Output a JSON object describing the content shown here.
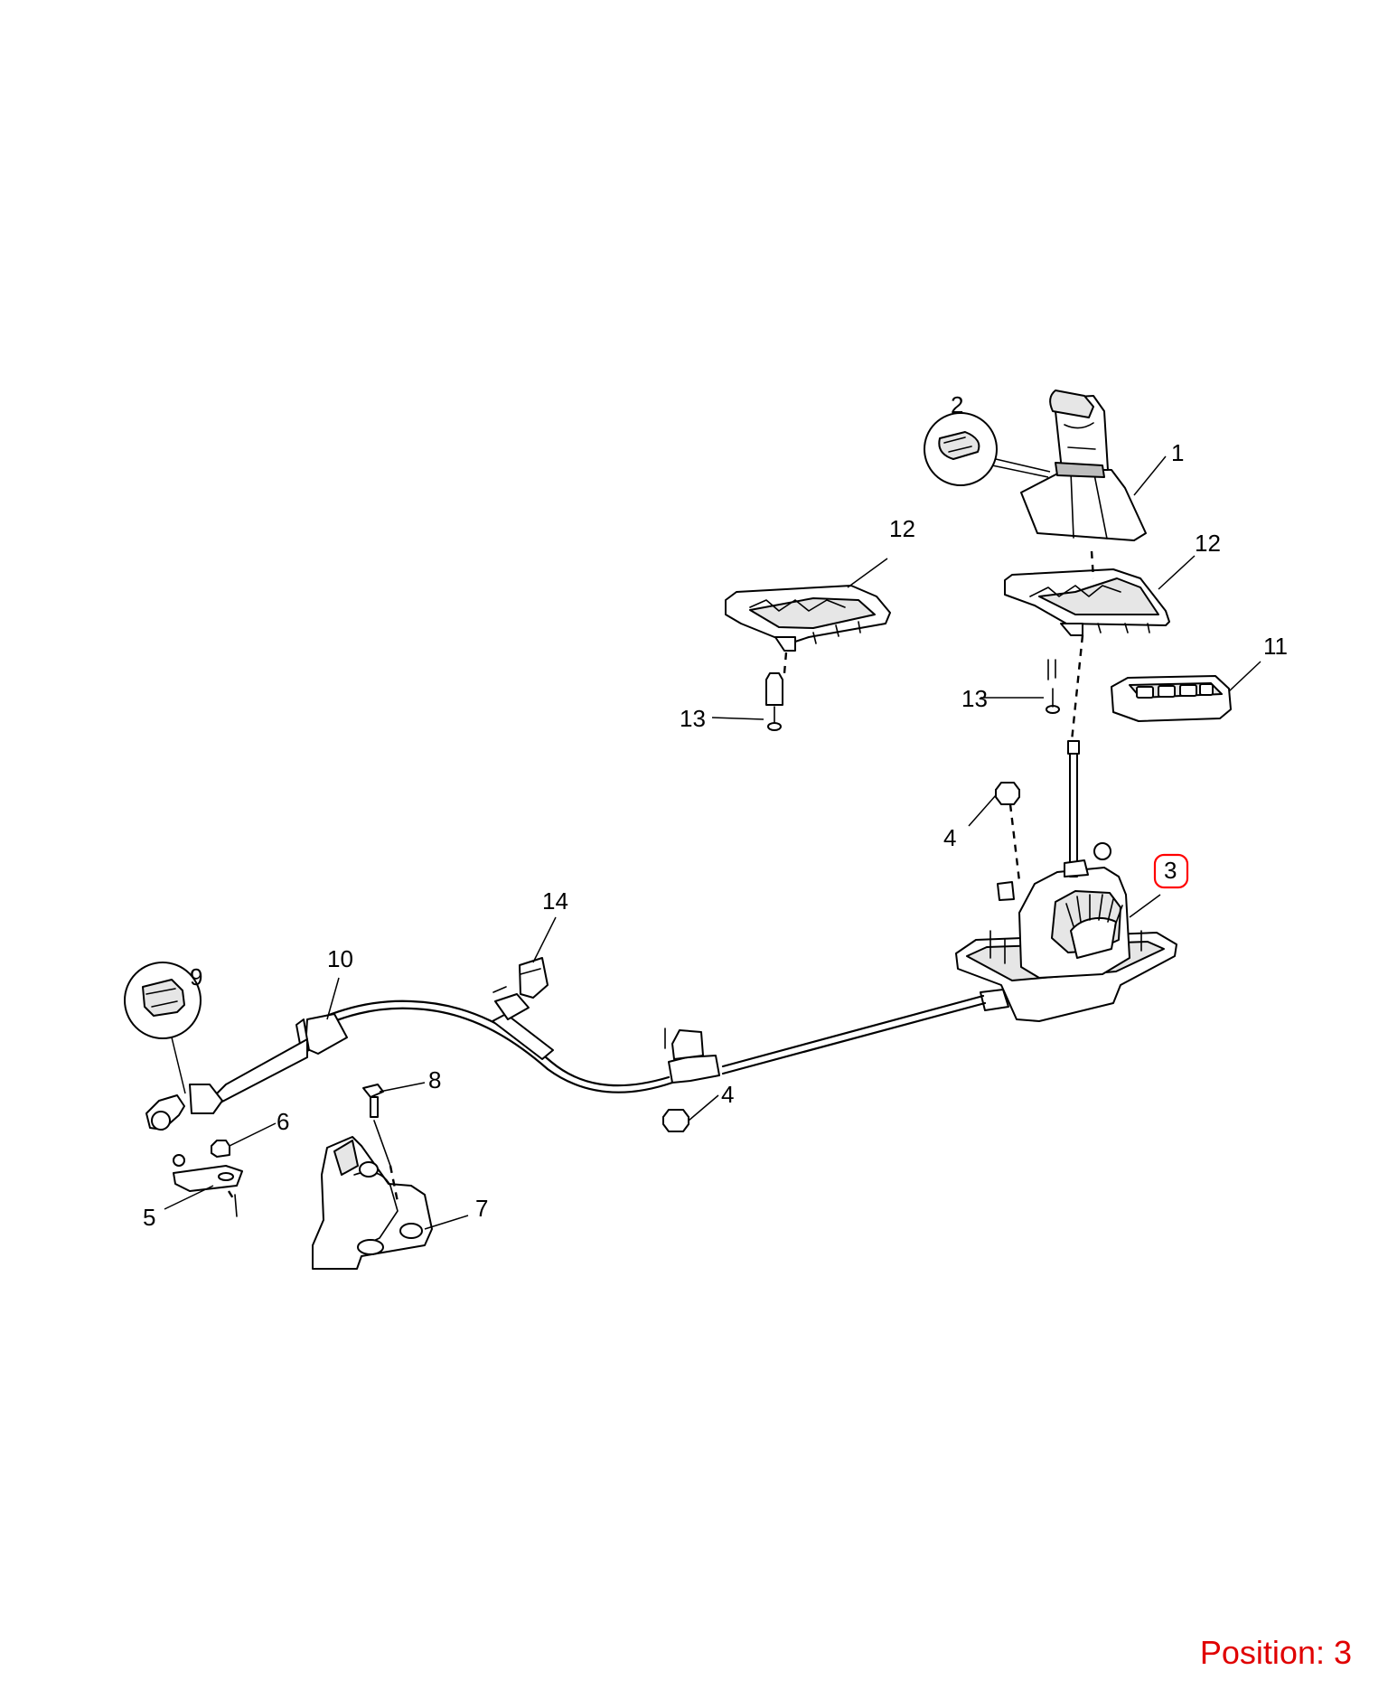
{
  "callouts": [
    {
      "id": "1",
      "label": "1"
    },
    {
      "id": "2",
      "label": "2"
    },
    {
      "id": "3",
      "label": "3"
    },
    {
      "id": "4a",
      "label": "4"
    },
    {
      "id": "4b",
      "label": "4"
    },
    {
      "id": "5",
      "label": "5"
    },
    {
      "id": "6",
      "label": "6"
    },
    {
      "id": "7",
      "label": "7"
    },
    {
      "id": "8",
      "label": "8"
    },
    {
      "id": "9",
      "label": "9"
    },
    {
      "id": "10",
      "label": "10"
    },
    {
      "id": "11",
      "label": "11"
    },
    {
      "id": "12a",
      "label": "12"
    },
    {
      "id": "12b",
      "label": "12"
    },
    {
      "id": "13a",
      "label": "13"
    },
    {
      "id": "13b",
      "label": "13"
    },
    {
      "id": "14",
      "label": "14"
    }
  ],
  "selected_callout": "3",
  "selected_color": "#ff0000",
  "position_text": "Position: 3",
  "position_color": "#e00000"
}
